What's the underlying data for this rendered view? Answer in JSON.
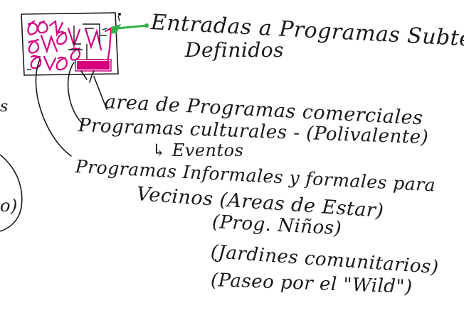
{
  "notes": {
    "line1": "Entradas a Programas Subterraneos",
    "line2": "Definidos",
    "line3": "area de Programas comerciales",
    "line4": "Programas culturales - (Polivalente)",
    "line5": "↳ Eventos",
    "line6": "Programas Informales y formales para",
    "line7": "Vecinos (Areas de Estar)",
    "line8": "(Prog. Niños)",
    "line9": "(Jardines comunitarios)",
    "line10": "(Paseo por el \"Wild\")",
    "edge_fragment_1": "s",
    "edge_fragment_2": "o)"
  },
  "colors": {
    "ink": "#1a1a1a",
    "magenta": "#d6007f",
    "green": "#34b24a"
  }
}
